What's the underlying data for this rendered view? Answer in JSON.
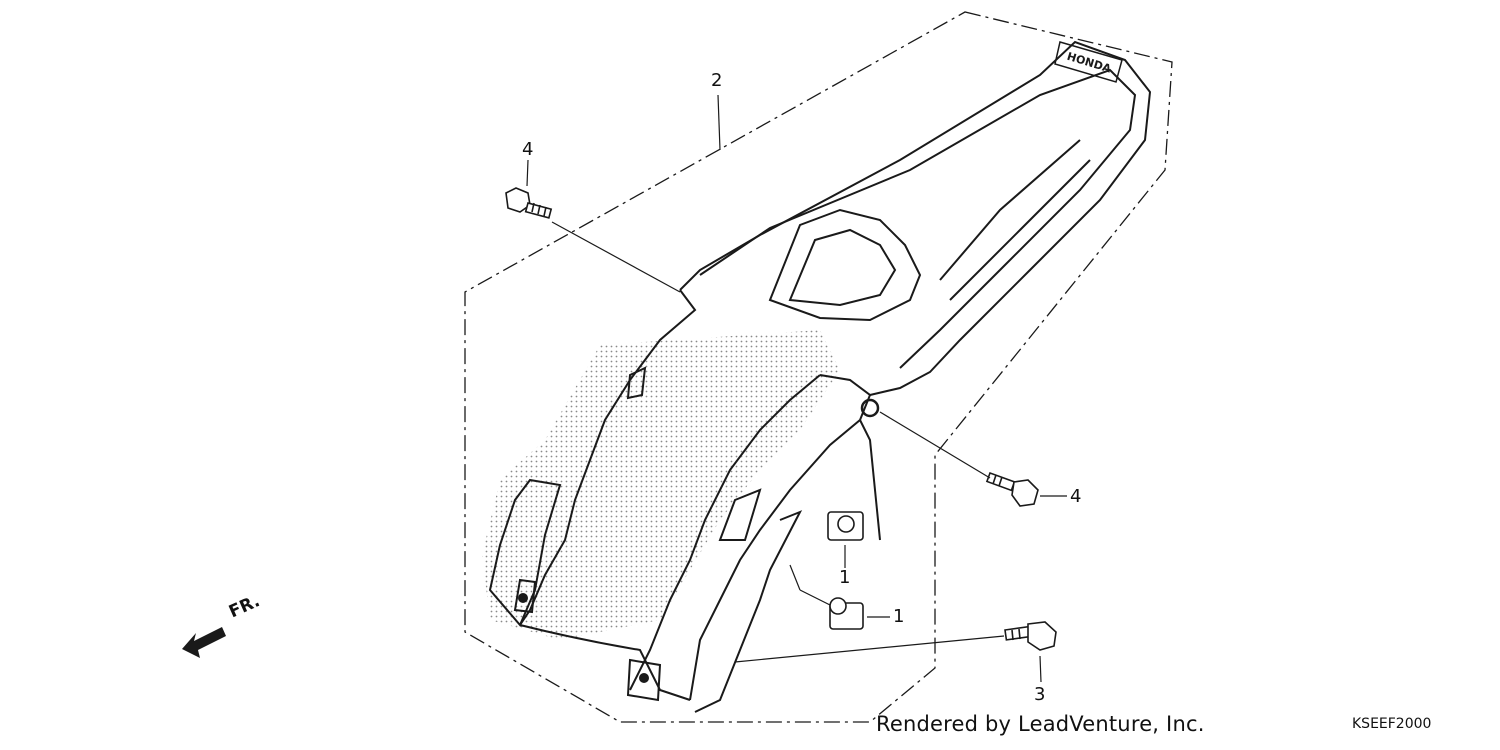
{
  "callouts": {
    "c1a": "1",
    "c1b": "1",
    "c2": "2",
    "c3": "3",
    "c4a": "4",
    "c4b": "4"
  },
  "direction_label": "FR.",
  "fender_decal": "HONDA",
  "credit": "Rendered by LeadVenture, Inc.",
  "diagram_code": "KSEEF2000",
  "colors": {
    "line": "#1a1a1a",
    "stipple": "#9a9a9a",
    "background": "#ffffff"
  }
}
